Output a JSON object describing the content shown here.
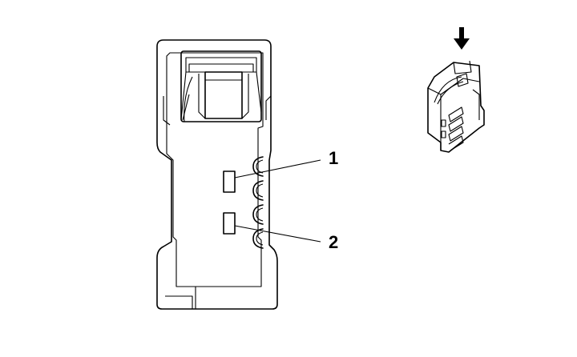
{
  "diagram": {
    "callouts": [
      {
        "id": "1",
        "label": "1"
      },
      {
        "id": "2",
        "label": "2"
      }
    ],
    "arrow_icon": "down-arrow-icon",
    "line_color": "#000000",
    "background": "#ffffff"
  }
}
